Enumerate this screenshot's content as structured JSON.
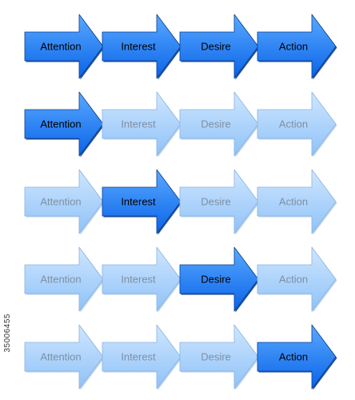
{
  "stages": [
    "Attention",
    "Interest",
    "Desire",
    "Action"
  ],
  "rows": [
    {
      "highlight": [
        0,
        1,
        2,
        3
      ]
    },
    {
      "highlight": [
        0
      ]
    },
    {
      "highlight": [
        1
      ]
    },
    {
      "highlight": [
        2
      ]
    },
    {
      "highlight": [
        3
      ]
    }
  ],
  "colors": {
    "active_fill_light": "#5aa9ff",
    "active_fill_dark": "#0a63e8",
    "active_edge": "#0b3f8f",
    "active_text": "#000000",
    "inactive_fill_light": "#cfe6ff",
    "inactive_fill_dark": "#8fc2f7",
    "inactive_edge": "#8bb3df",
    "inactive_text": "#7f8fa3"
  },
  "side_id": "35006455"
}
